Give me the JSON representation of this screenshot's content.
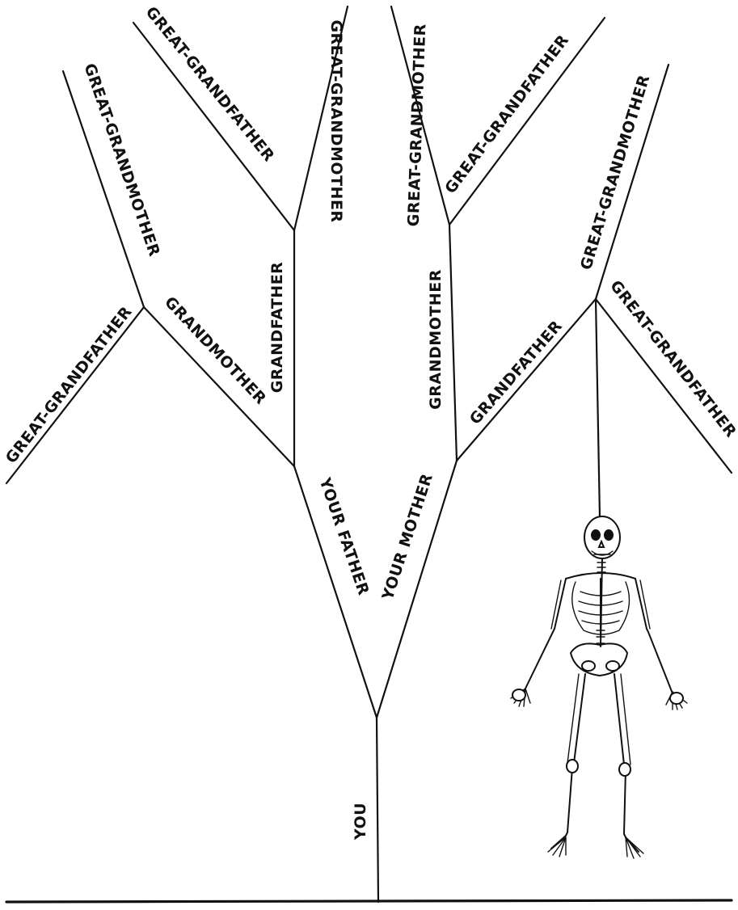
{
  "labels": {
    "you": "YOU",
    "your_father": "YOUR FATHER",
    "your_mother": "YOUR MOTHER",
    "paternal_grandmother": "GRANDMOTHER",
    "paternal_grandfather": "GRANDFATHER",
    "maternal_grandmother": "GRANDMOTHER",
    "maternal_grandfather": "GRANDFATHER",
    "great_grandfather_1": "GREAT-GRANDFATHER",
    "great_grandmother_1": "GREAT-GRANDMOTHER",
    "great_grandfather_2": "GREAT-GRANDFATHER",
    "great_grandmother_2": "GREAT-GRANDMOTHER",
    "great_grandmother_3": "GREAT-GRANDMOTHER",
    "great_grandfather_3": "GREAT-GRANDFATHER",
    "great_grandmother_4": "GREAT-GRANDMOTHER",
    "great_grandfather_4": "GREAT-GRANDFATHER"
  }
}
